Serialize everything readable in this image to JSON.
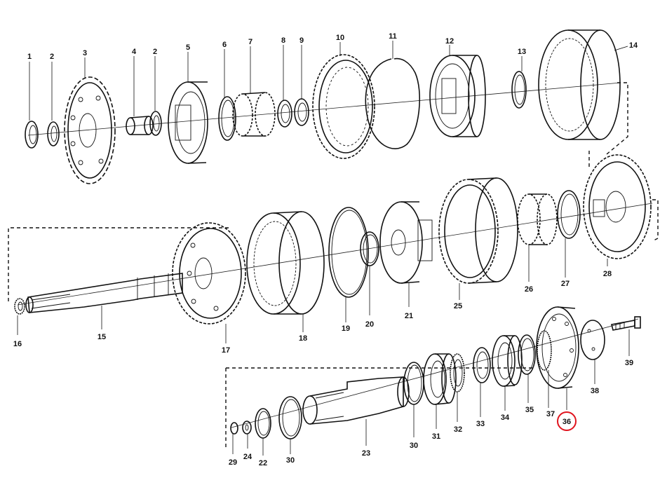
{
  "diagram": {
    "highlighted_label": "36",
    "highlight_color": "#e0141e",
    "line_color": "#111111",
    "callouts": {
      "c1": "1",
      "c2a": "2",
      "c3": "3",
      "c4": "4",
      "c2b": "2",
      "c5": "5",
      "c6": "6",
      "c7": "7",
      "c8": "8",
      "c9": "9",
      "c10": "10",
      "c11": "11",
      "c12": "12",
      "c13": "13",
      "c14": "14",
      "c15": "15",
      "c16": "16",
      "c17": "17",
      "c18": "18",
      "c19": "19",
      "c20": "20",
      "c21": "21",
      "c25": "25",
      "c26": "26",
      "c27": "27",
      "c28": "28",
      "c29": "29",
      "c24": "24",
      "c22": "22",
      "c30a": "30",
      "c23": "23",
      "c30b": "30",
      "c31": "31",
      "c32": "32",
      "c33": "33",
      "c34": "34",
      "c35": "35",
      "c37": "37",
      "c36": "36",
      "c38": "38",
      "c39": "39"
    }
  }
}
